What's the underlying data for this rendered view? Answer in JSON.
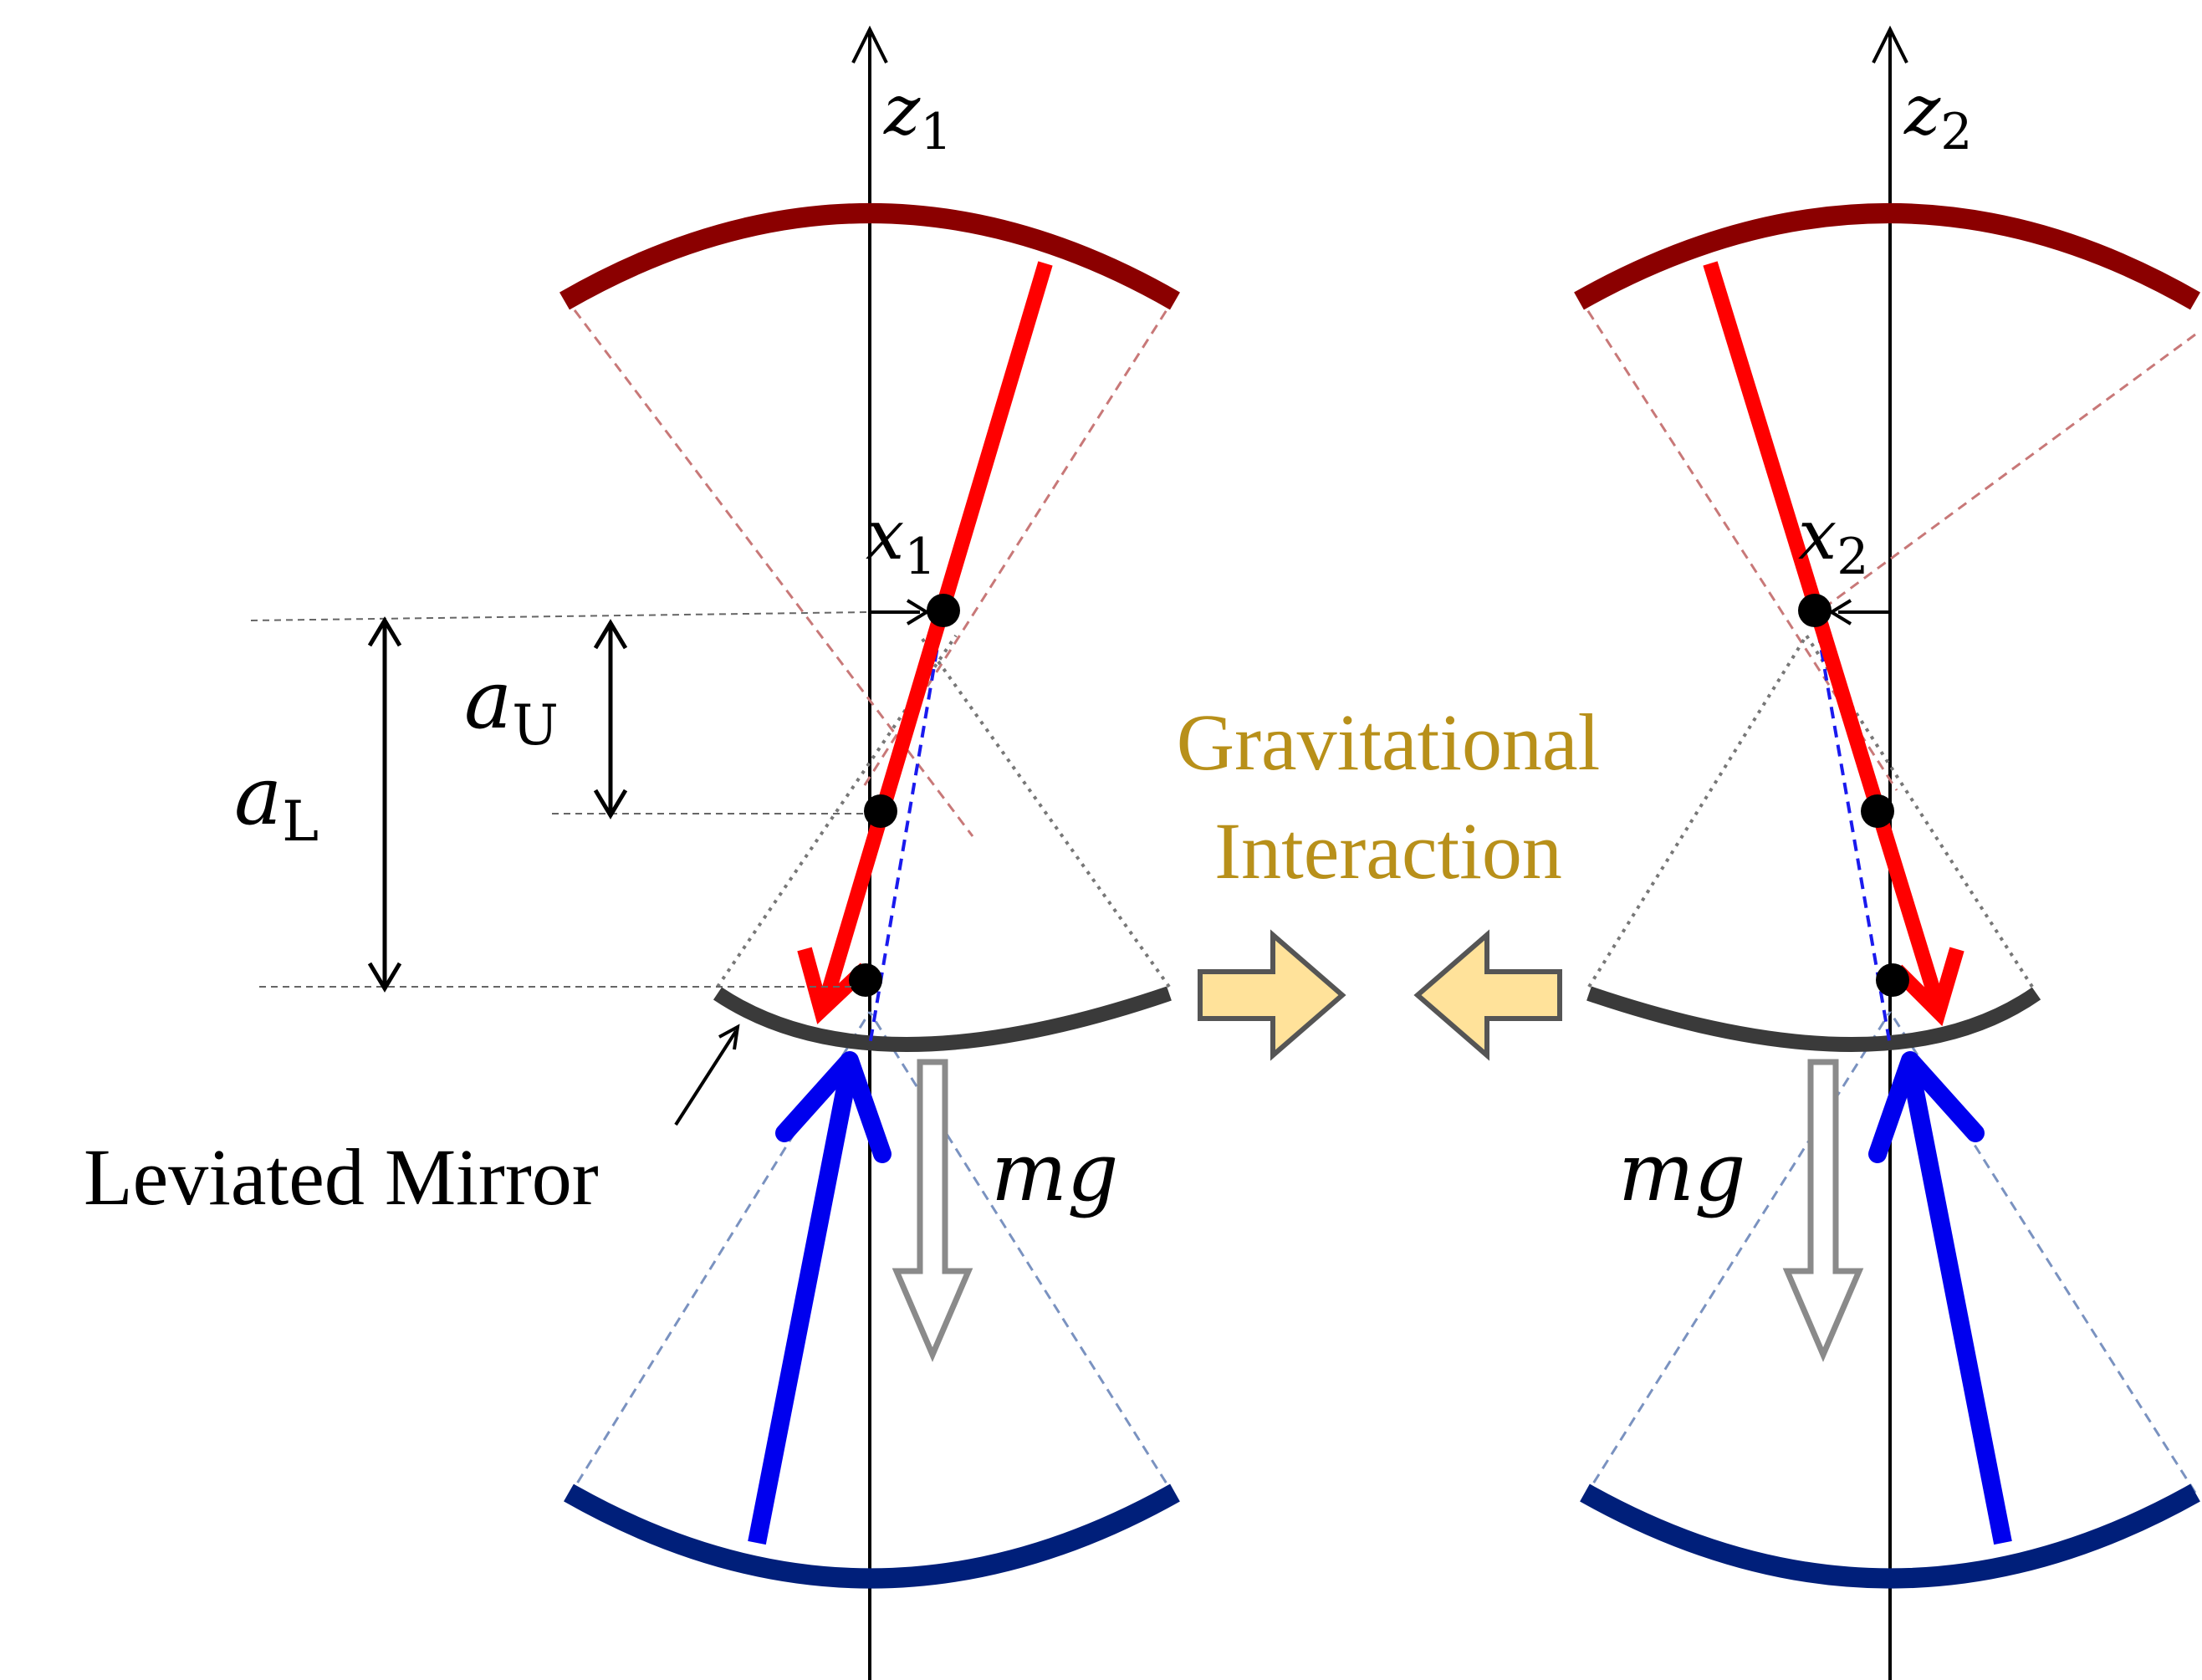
{
  "labels": {
    "z_axis_left": {
      "var": "z",
      "sub": "1"
    },
    "z_axis_right": {
      "var": "z",
      "sub": "2"
    },
    "x_left": {
      "var": "x",
      "sub": "1"
    },
    "x_right": {
      "var": "x",
      "sub": "2"
    },
    "a_upper": {
      "var": "a",
      "sub": "U"
    },
    "a_lower": {
      "var": "a",
      "sub": "L"
    },
    "mg_left": "mg",
    "mg_right": "mg",
    "mirror_label": "Leviated Mirror",
    "interaction_line1": "Gravitational",
    "interaction_line2": "Interaction"
  },
  "colors": {
    "upper_mirror": "#8b0000",
    "upper_beam": "#ff0000",
    "lower_mirror": "#001f7a",
    "lower_beam": "#0000ee",
    "levitated_mirror": "#3a3a3a",
    "interaction_text": "#b8901a",
    "interaction_arrow_fill": "#ffe29a",
    "interaction_arrow_stroke": "#555555",
    "gravity_arrow": "#8a8a8a"
  },
  "icons": {
    "interaction_right": "block-arrow-right-icon",
    "interaction_left": "block-arrow-left-icon",
    "gravity": "hollow-arrow-down-icon"
  }
}
